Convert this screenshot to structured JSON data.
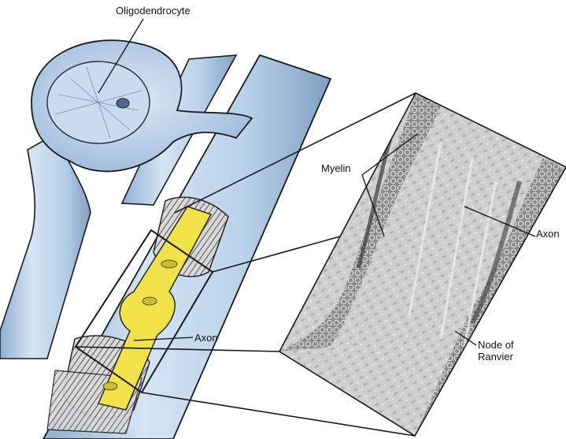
{
  "labels": {
    "oligodendrocyte": "Oligodendrocyte",
    "myelin": "Myelin",
    "axon_micrograph": "Axon",
    "axon_drawing": "Axon",
    "node_of_ranvier_line1": "Node of",
    "node_of_ranvier_line2": "Ranvier"
  },
  "colors": {
    "cell_fill": "#b9d2ea",
    "cell_shadow": "#8fb0d2",
    "axon_yellow": "#f1e24a",
    "outline": "#1a1a1a",
    "micrograph_light": "#dcdcdc",
    "micrograph_dark": "#555555"
  }
}
